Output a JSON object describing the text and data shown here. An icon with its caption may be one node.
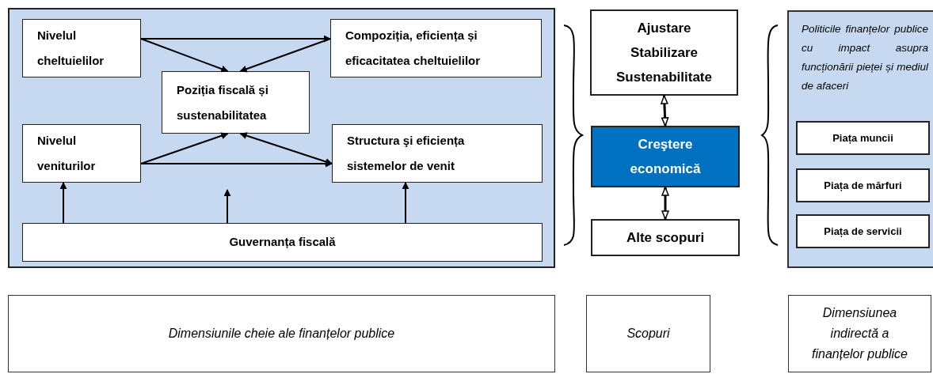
{
  "diagram": {
    "nodes": [
      {
        "text": [],
        "shape": "box"
      },
      {
        "text": [
          "Nivelul cheltuielilor"
        ],
        "in": 0
      },
      {
        "text": [
          "Compoziția, eficiența și eficacitatea cheltuielilor"
        ],
        "in": 0
      },
      {
        "text": [
          "Poziția fiscală și sustenabilitatea"
        ],
        "in": 0
      },
      {
        "text": [
          "Nivelul veniturilor"
        ],
        "in": 0
      },
      {
        "text": [
          "Structura şi eficiența sistemelor de venit"
        ],
        "in": 0
      },
      {
        "text": [
          "Guvernanța fiscală"
        ],
        "in": 0
      },
      {
        "text": [
          "Ajustare Stabilizare Sustenabilitate"
        ]
      },
      {
        "text": [
          "Creştere economică"
        ]
      },
      {
        "text": [
          "Alte scopuri"
        ]
      },
      {
        "text": [
          "Politicile finanțelor publice cu impact asupra funcționării pieței și mediul de afaceri"
        ]
      },
      {
        "text": [
          "Piața muncii"
        ],
        "in": 10
      },
      {
        "text": [
          "Piața de mărfuri"
        ],
        "in": 10
      },
      {
        "text": [
          "Piața de servicii"
        ],
        "in": 10
      },
      {
        "text": [
          "Dimensiunile cheie ale finanțelor publice"
        ]
      },
      {
        "text": [
          "Scopuri"
        ]
      },
      {
        "text": [
          "Dimensiunea indirectă a finanțelor publice"
        ]
      }
    ],
    "edges": [
      {
        "from": 1,
        "to": 2,
        "arrow": "to"
      },
      {
        "from": 1,
        "to": 3,
        "arrow": "to"
      },
      {
        "from": 2,
        "to": 3,
        "arrow": "to"
      },
      {
        "from": 4,
        "to": 3,
        "arrow": "to"
      },
      {
        "from": 4,
        "to": 5,
        "arrow": "to"
      },
      {
        "from": 3,
        "to": 5,
        "arrow": "both"
      },
      {
        "from": 6,
        "to": 4,
        "arrow": "to"
      },
      {
        "from": 6,
        "to": null,
        "arrow": "to"
      },
      {
        "from": 6,
        "to": 5,
        "arrow": "to"
      },
      {
        "from": 7,
        "to": 8,
        "arrow": "both"
      },
      {
        "from": 8,
        "to": 9,
        "arrow": "both"
      }
    ]
  }
}
